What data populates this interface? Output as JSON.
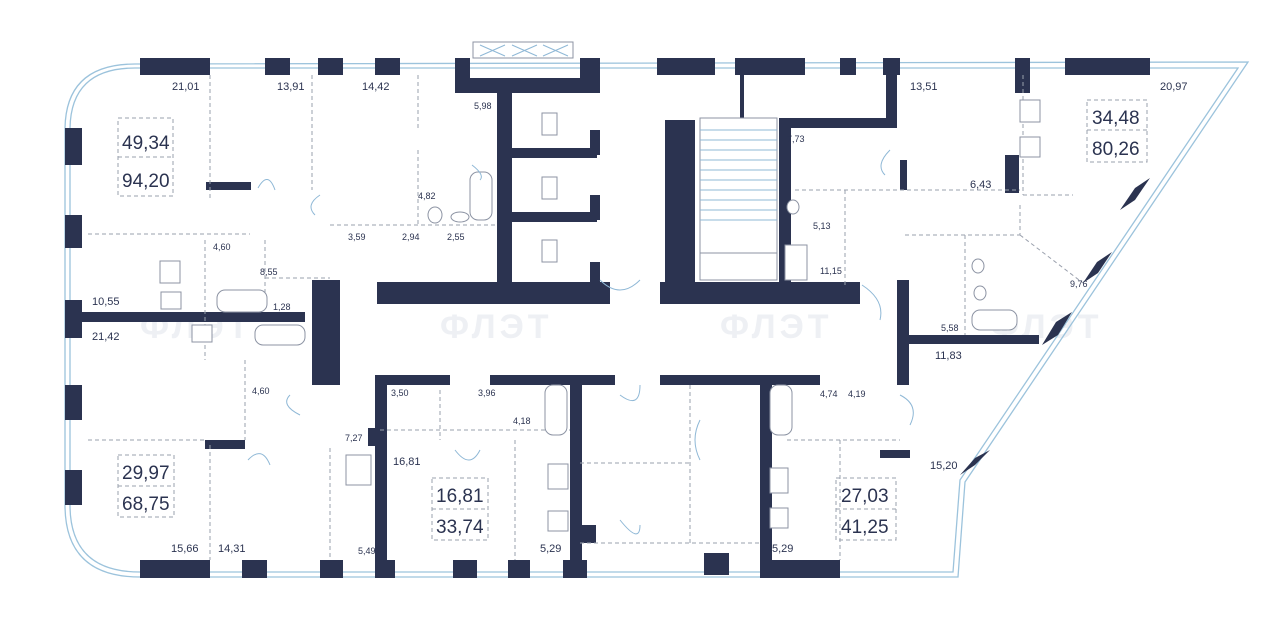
{
  "watermark": "ФЛЭТ",
  "colors": {
    "wall": "#2b3350",
    "glass": "#9cc3dc"
  },
  "apartments": [
    {
      "living": "49,34",
      "total": "94,20"
    },
    {
      "living": "34,48",
      "total": "80,26"
    },
    {
      "living": "29,97",
      "total": "68,75"
    },
    {
      "living": "16,81",
      "total": "33,74"
    },
    {
      "living": "27,03",
      "total": "41,25"
    }
  ],
  "rooms": [
    "21,01",
    "13,91",
    "14,42",
    "5,98",
    "13,51",
    "20,97",
    "7,73",
    "6,43",
    "4,82",
    "3,59",
    "2,94",
    "2,55",
    "4,60",
    "8,55",
    "10,55",
    "1,28",
    "21,42",
    "4,60",
    "5,13",
    "11,15",
    "9,76",
    "5,58",
    "11,83",
    "3,50",
    "3,96",
    "4,18",
    "4,74",
    "4,19",
    "7,27",
    "16,81",
    "15,20",
    "15,66",
    "14,31",
    "5,49",
    "5,29",
    "5,29"
  ]
}
